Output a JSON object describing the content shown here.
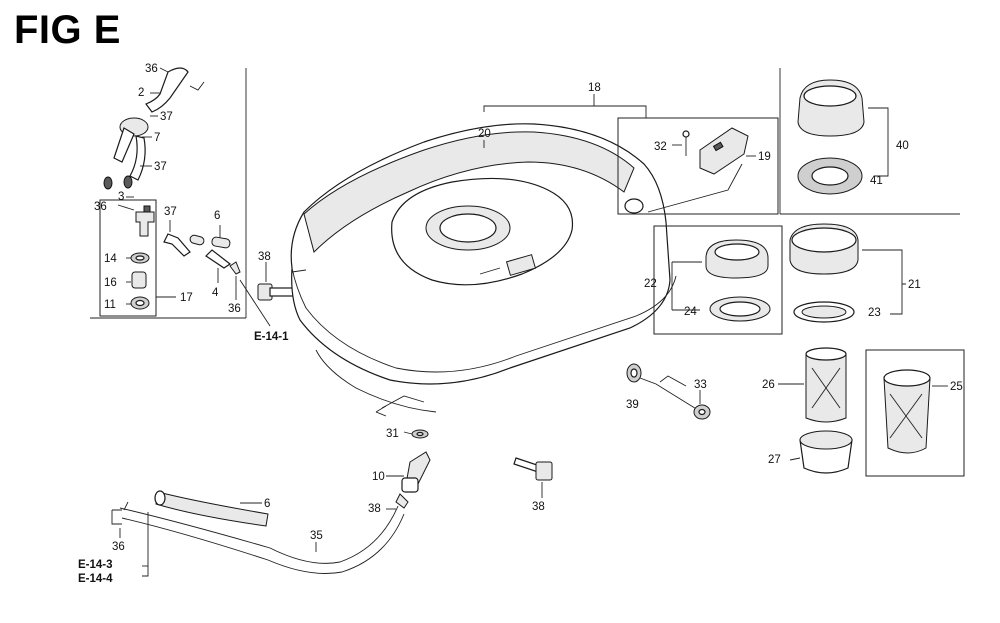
{
  "title": "FIG E",
  "refs": {
    "e1": "E-14-1",
    "e3": "E-14-3",
    "e4": "E-14-4"
  },
  "callouts": {
    "c36a": "36",
    "c2": "2",
    "c37a": "37",
    "c7": "7",
    "c37b": "37",
    "c3": "3",
    "c36b": "36",
    "c37c": "37",
    "c6a": "6",
    "c14": "14",
    "c16": "16",
    "c11": "11",
    "c17": "17",
    "c4": "4",
    "c36c": "36",
    "c38a": "38",
    "c18": "18",
    "c20": "20",
    "c32": "32",
    "c19": "19",
    "c22": "22",
    "c24": "24",
    "c40": "40",
    "c41": "41",
    "c21": "21",
    "c23": "23",
    "c26": "26",
    "c25": "25",
    "c27": "27",
    "c39": "39",
    "c33": "33",
    "c31": "31",
    "c10": "10",
    "c38b": "38",
    "c38c": "38",
    "c6b": "6",
    "c36d": "36",
    "c35": "35"
  }
}
